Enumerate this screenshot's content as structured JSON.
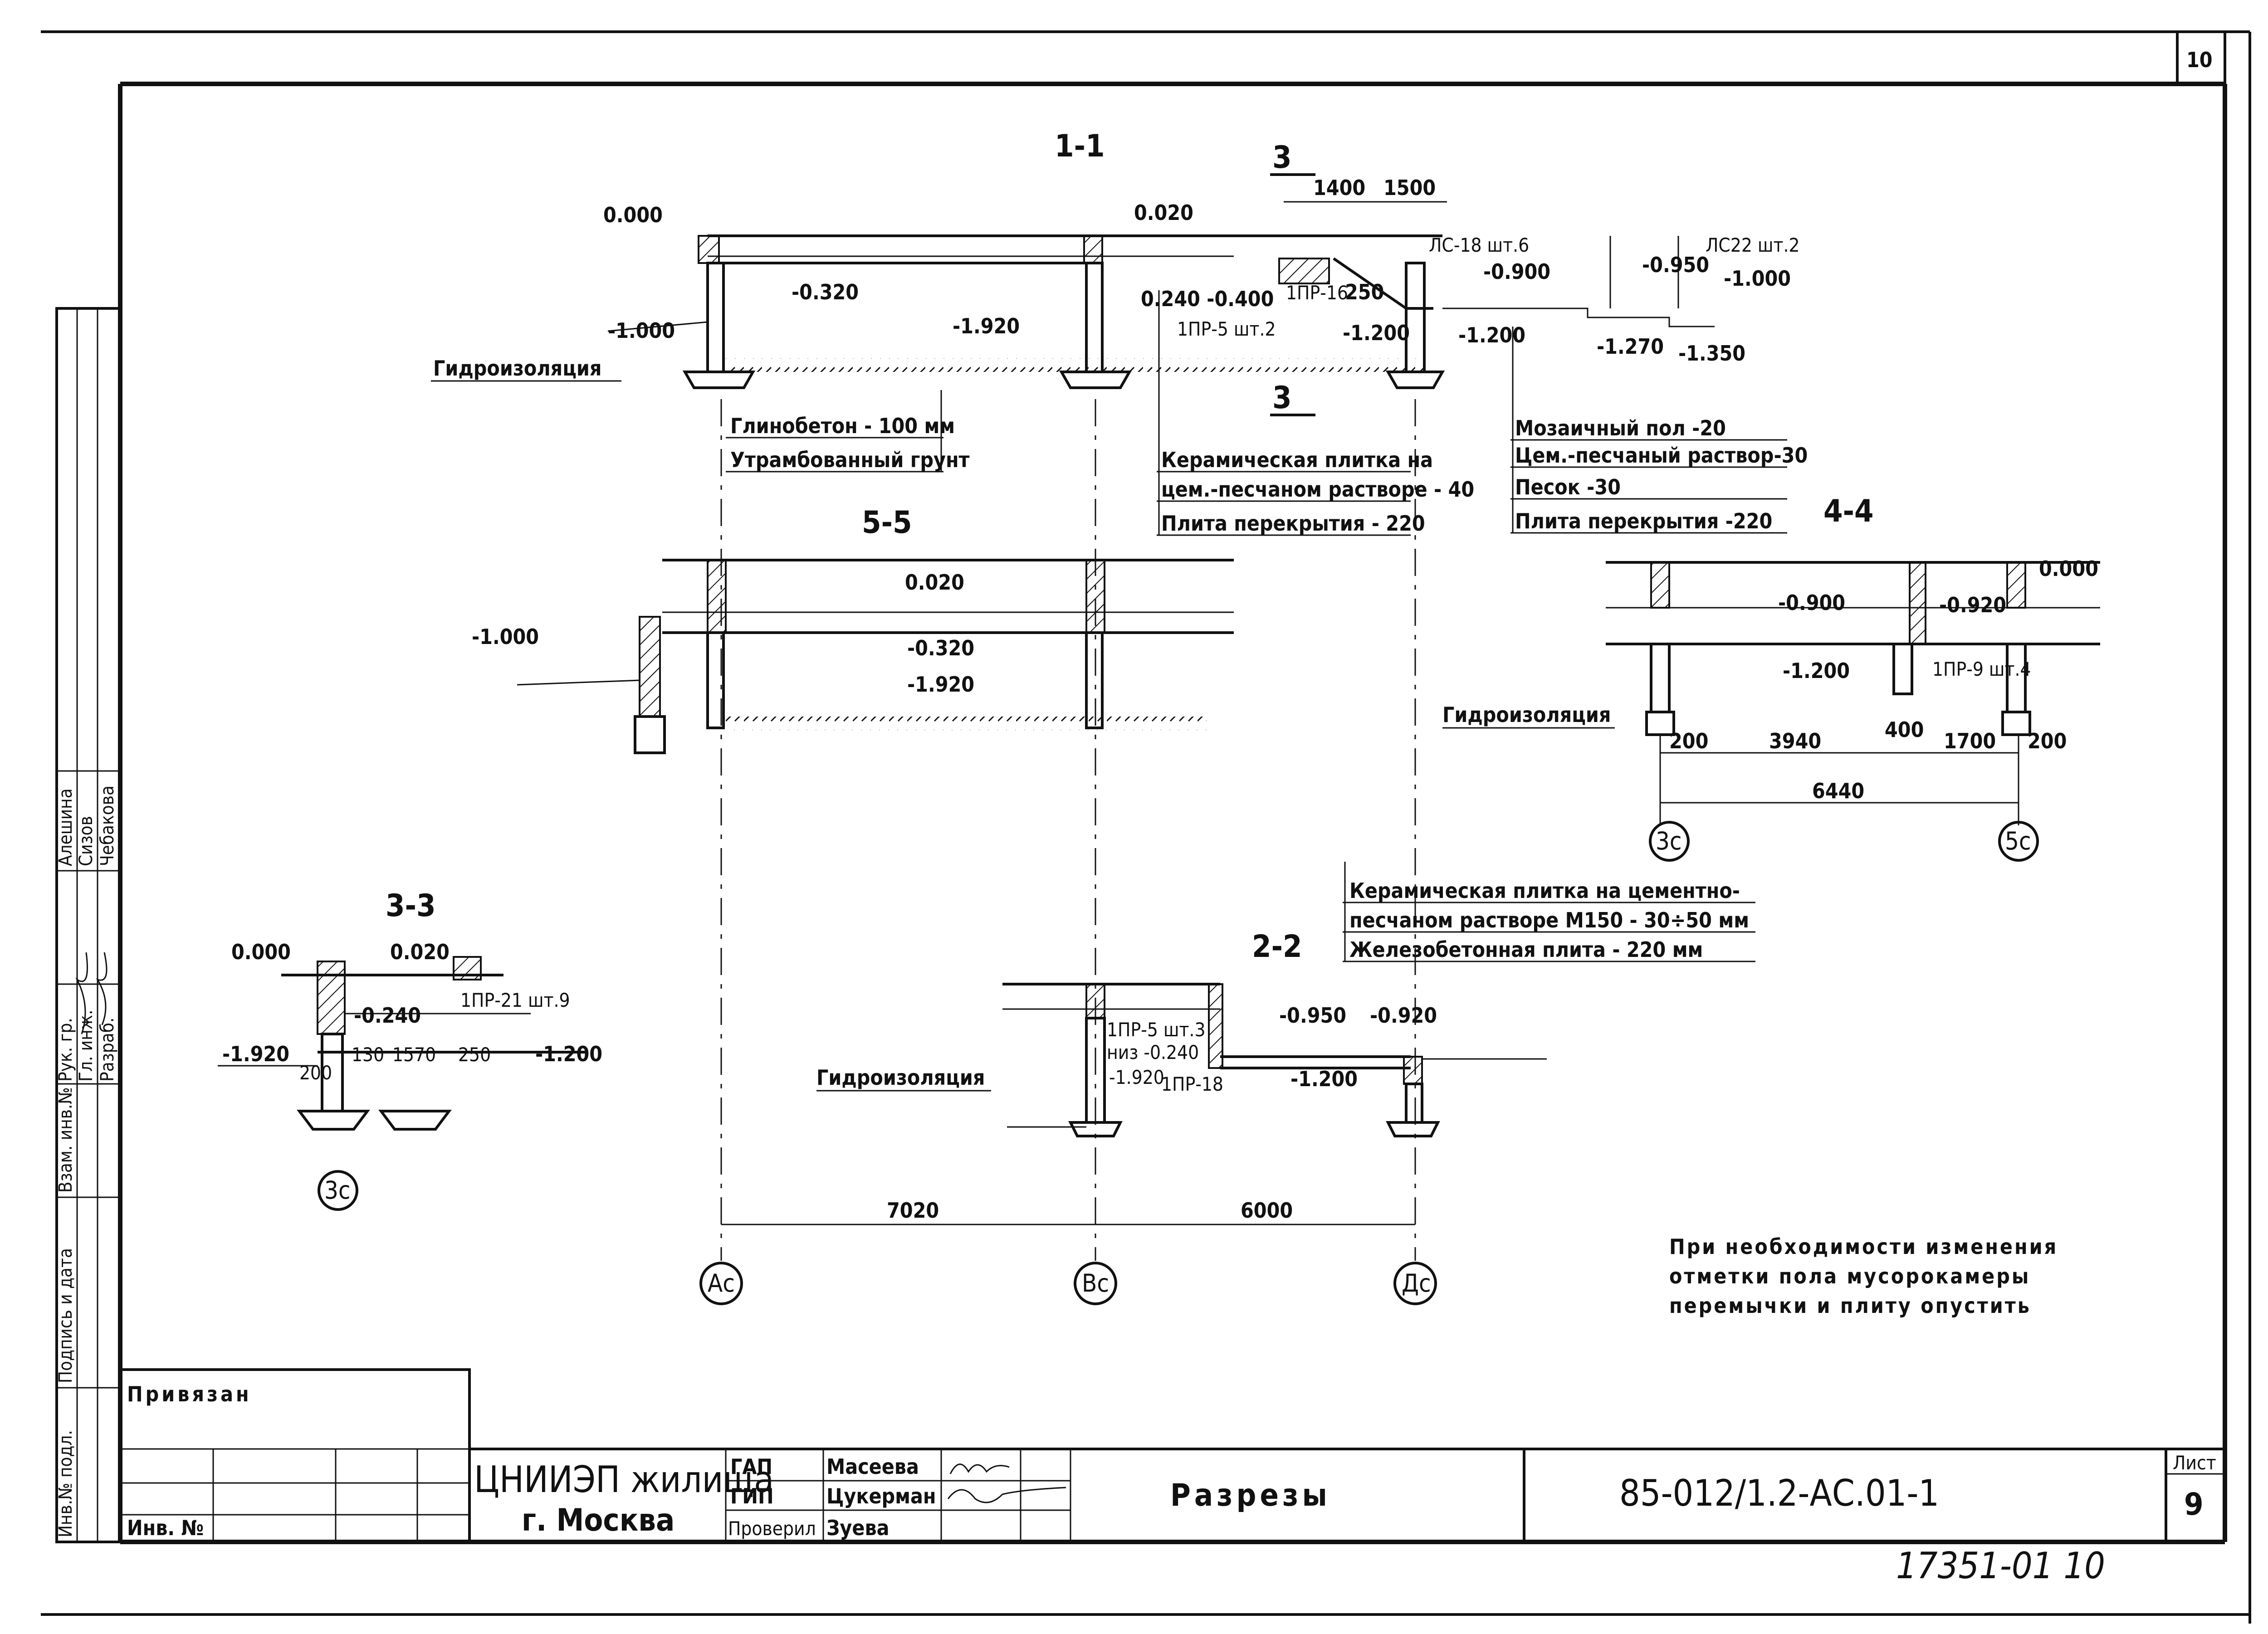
{
  "sheet": {
    "corner_number": "10",
    "bottom_number": "17351-01  10"
  },
  "section_1_1": {
    "title": "1-1",
    "marks": [
      "0.000",
      "-0.320",
      "-1.920",
      "-1.000",
      "0.020",
      "0.240 -0.400",
      "-0.950",
      "-0.900",
      "-1.000",
      "-1.200",
      "-1.200",
      "-1.270",
      "-1.350",
      "250"
    ],
    "callouts": [
      "ЛС-18 шт.6",
      "ЛС22 шт.2",
      "1ПР-5 шт.2",
      "1ПР-16"
    ],
    "section_marker": "3",
    "dims": [
      "1400",
      "1500"
    ],
    "waterproofing": "Гидроизоляция",
    "layers_a": [
      "Глинобетон - 100 мм",
      "Утрамбованный грунт"
    ],
    "layers_b": [
      "Керамическая плитка на",
      "цем.-песчаном растворе - 40",
      "Плита перекрытия    - 220"
    ],
    "layers_c": [
      "Мозаичный пол      -20",
      "Цем.-песчаный раствор-30",
      "Песок                  -30",
      "Плита перекрытия    -220"
    ]
  },
  "section_5_5": {
    "title": "5-5",
    "marks": [
      "0.020",
      "-0.320",
      "-1.920",
      "-1.000"
    ]
  },
  "section_4_4": {
    "title": "4-4",
    "marks": [
      "0.000",
      "-0.900",
      "-0.920",
      "-1.200"
    ],
    "callouts": [
      "1ПР-9 шт.4"
    ],
    "waterproofing": "Гидроизоляция",
    "dims": [
      "200",
      "3940",
      "400",
      "1700",
      "200"
    ],
    "overall": "6440",
    "axes": [
      "3с",
      "5с"
    ]
  },
  "section_3_3": {
    "title": "3-3",
    "marks": [
      "0.000",
      "0.020",
      "-0.240",
      "-1.920",
      "-1.200"
    ],
    "callouts": [
      "1ПР-21 шт.9"
    ],
    "dims": [
      "130",
      "1570",
      "250",
      "200"
    ],
    "axis": "3с"
  },
  "section_2_2": {
    "title": "2-2",
    "layers": [
      "Керамическая плитка на цементно-",
      "песчаном растворе М150 - 30÷50 мм",
      "Железобетонная плита -   220 мм"
    ],
    "marks": [
      "-0.950",
      "-0.920",
      "-1.200",
      "-1.920"
    ],
    "callouts": [
      "1ПР-5 шт.3",
      "низ -0.240",
      "1ПР-18"
    ],
    "waterproofing": "Гидроизоляция"
  },
  "axes_main": {
    "dims": [
      "7020",
      "6000"
    ],
    "labels": [
      "Ас",
      "Вс",
      "Дс"
    ]
  },
  "note": [
    "При необходимости изменения",
    "отметки пола мусорокамеры",
    "перемычки и плиту опустить"
  ],
  "left_strip": {
    "labels": [
      "Рук. гр.",
      "Гл. инж.",
      "Разраб."
    ],
    "names": [
      "Алешина",
      "Сизов",
      "Чебакова"
    ],
    "vertical": [
      "Взам. инв.№",
      "Подпись и дата",
      "Инв.№ подл."
    ]
  },
  "title_block": {
    "attached": "Привязан",
    "inv": "Инв. №",
    "org": "ЦНИИЭП жилища",
    "city": "г. Москва",
    "roles": [
      "ГАП",
      "ГИП",
      "Проверил"
    ],
    "names": [
      "Масеева",
      "Цукерман",
      "Зуева"
    ],
    "doc_title": "Разрезы",
    "code": "85-012/1.2-АС.01-1",
    "sheet_label": "Лист",
    "sheet_no": "9"
  }
}
